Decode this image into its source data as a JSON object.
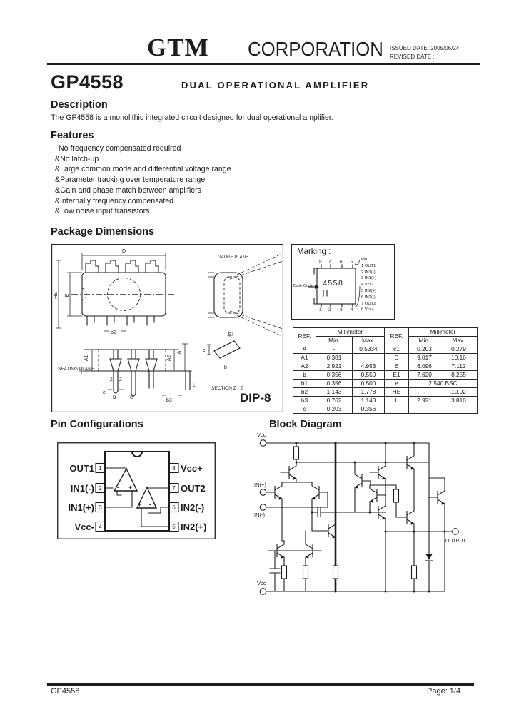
{
  "header": {
    "logo": "GTM",
    "company": "CORPORATION",
    "issued": "ISSUED DATE  :2005/06/24",
    "revised": "REVISED DATE :"
  },
  "title": {
    "part": "GP4558",
    "subtitle": "DUAL OPERATIONAL AMPLIFIER"
  },
  "description": {
    "heading": "Description",
    "body": "The GP4558 is a monolithic integrated circuit designed for dual operational amplifier."
  },
  "features": {
    "heading": "Features",
    "items": [
      "No frequency compensated required",
      "&No latch-up",
      "&Large common mode and differential voltage range",
      "&Parameter tracking over temperature range",
      "&Gain and phase match between amplifiers",
      "&Internally frequency compensated",
      "&Low noise input transistors"
    ]
  },
  "package": {
    "heading": "Package Dimensions",
    "dip_label": "DIP-8",
    "gauge_plane": "GAUGE PLANE",
    "seating_plane": "SEATING PLANE",
    "section_label": "SECTION Z - Z",
    "dims": {
      "D": "D",
      "E": "E",
      "HE": "HE",
      "b2": "b2",
      "A": "A",
      "A1": "A1",
      "A2": "A2",
      "b": "b",
      "b1": "b1",
      "b3": "b3",
      "c": "c",
      "e": "e",
      "L": "L",
      "Z": "Z"
    }
  },
  "marking": {
    "heading": "Marking :",
    "chip_text": "4558",
    "date_code_label": "Date Code",
    "top_pin_numbers": [
      "8",
      "7",
      "6",
      "5"
    ],
    "bottom_pin_numbers": [
      "1",
      "2",
      "3",
      "4"
    ],
    "pin_list": [
      "Pin",
      "1 OUT1",
      "2 IN1(-)",
      "3 IN1(+)",
      "4 Vcc-",
      "5 IN2(+)",
      "6 IN2(-)",
      "7 OUT2",
      "8 Vcc+"
    ]
  },
  "dim_table": {
    "left": {
      "ref_header": "REF.",
      "unit_header": "Millimeter",
      "min_header": "Min.",
      "max_header": "Max.",
      "rows": [
        {
          "ref": "A",
          "min": "-",
          "max": "0.5334"
        },
        {
          "ref": "A1",
          "min": "0.381",
          "max": ""
        },
        {
          "ref": "A2",
          "min": "2.921",
          "max": "4.953"
        },
        {
          "ref": "b",
          "min": "0.356",
          "max": "0.550"
        },
        {
          "ref": "b1",
          "min": "0.356",
          "max": "0.500"
        },
        {
          "ref": "b2",
          "min": "1.143",
          "max": "1.778"
        },
        {
          "ref": "b3",
          "min": "0.762",
          "max": "1.143"
        },
        {
          "ref": "c",
          "min": "0.203",
          "max": "0.356"
        }
      ]
    },
    "right": {
      "ref_header": "REF.",
      "unit_header": "Millimeter",
      "min_header": "Min.",
      "max_header": "Max.",
      "rows": [
        {
          "ref": "c1",
          "min": "0.203",
          "max": "0.279"
        },
        {
          "ref": "D",
          "min": "9.017",
          "max": "10.16"
        },
        {
          "ref": "E",
          "min": "6.096",
          "max": "7.112"
        },
        {
          "ref": "E1",
          "min": "7.620",
          "max": "8.255"
        },
        {
          "ref": "e",
          "span": "2.540 BSC"
        },
        {
          "ref": "HE",
          "min": "-",
          "max": "10.92"
        },
        {
          "ref": "L",
          "min": "2.921",
          "max": "3.810"
        },
        {
          "ref": "",
          "min": "",
          "max": ""
        }
      ]
    }
  },
  "pin_config": {
    "heading": "Pin Configurations",
    "left_pins": [
      {
        "num": "1",
        "label": "OUT1"
      },
      {
        "num": "2",
        "label": "IN1(-)"
      },
      {
        "num": "3",
        "label": "IN1(+)"
      },
      {
        "num": "4",
        "label": "Vcc-"
      }
    ],
    "right_pins": [
      {
        "num": "8",
        "label": "Vcc+"
      },
      {
        "num": "7",
        "label": "OUT2"
      },
      {
        "num": "6",
        "label": "IN2(-)"
      },
      {
        "num": "5",
        "label": "IN2(+)"
      }
    ],
    "minus": "-",
    "plus": "+"
  },
  "block_diagram": {
    "heading": "Block Diagram",
    "vcc_top": "Vcc",
    "vcc_bottom": "Vcc",
    "in_plus": "IN(+)",
    "in_minus": "IN(-)",
    "output": "OUTPUT"
  },
  "footer": {
    "part": "GP4558",
    "page": "Page: 1/4"
  }
}
